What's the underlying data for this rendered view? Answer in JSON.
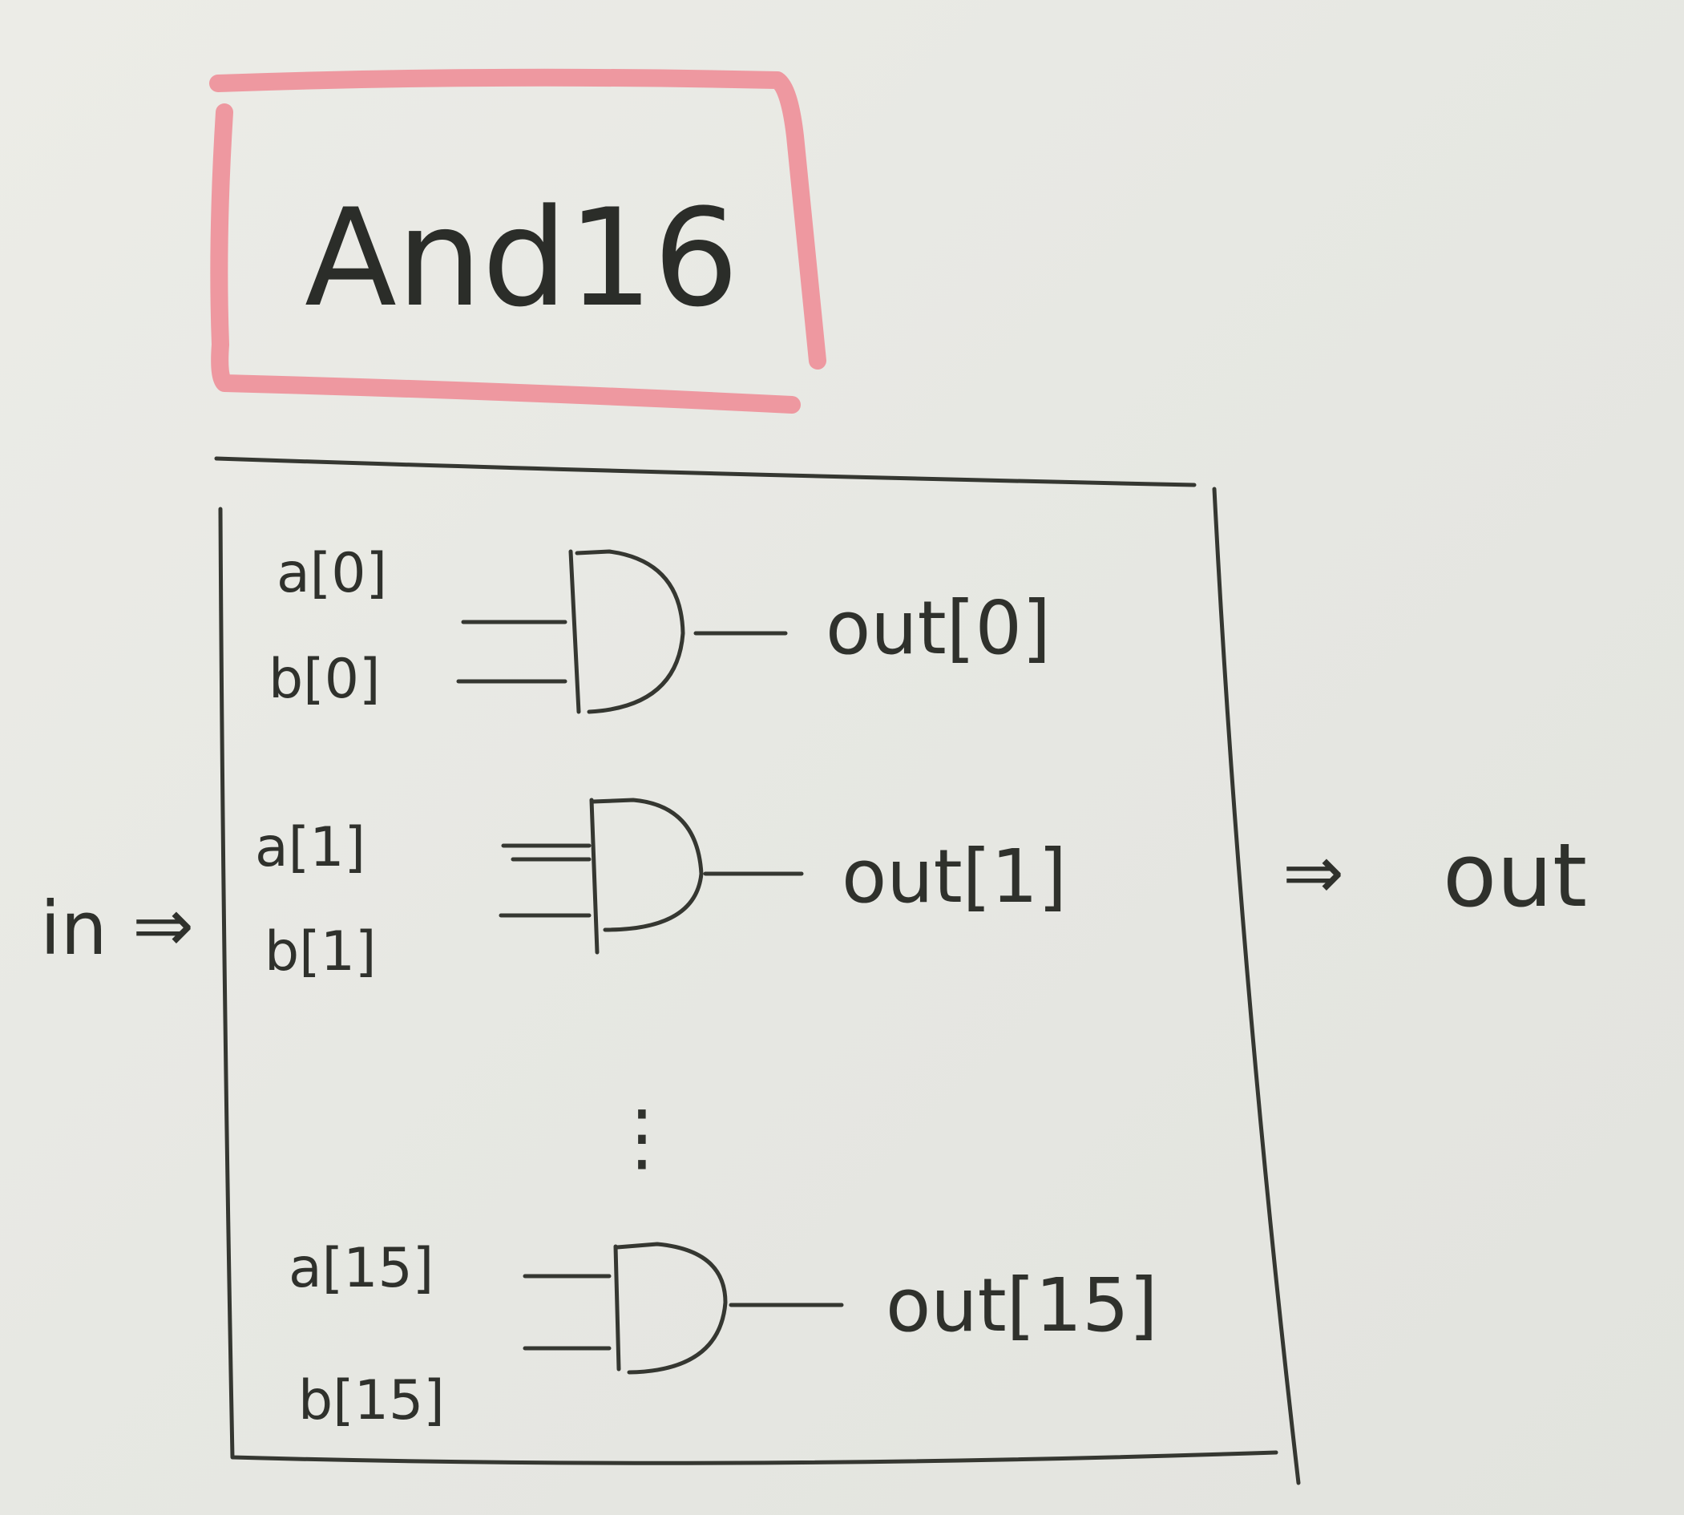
{
  "title": "And16",
  "title_color": "#ee8f98",
  "input_label": "in",
  "output_label": "out",
  "arrow_glyph": "⇒",
  "ellipsis": "⋮",
  "gates": [
    {
      "a": "a[0]",
      "b": "b[0]",
      "out": "out[0]"
    },
    {
      "a": "a[1]",
      "b": "b[1]",
      "out": "out[1]"
    },
    {
      "a": "a[15]",
      "b": "b[15]",
      "out": "out[15]"
    }
  ],
  "gate_icon": "and-gate-icon"
}
